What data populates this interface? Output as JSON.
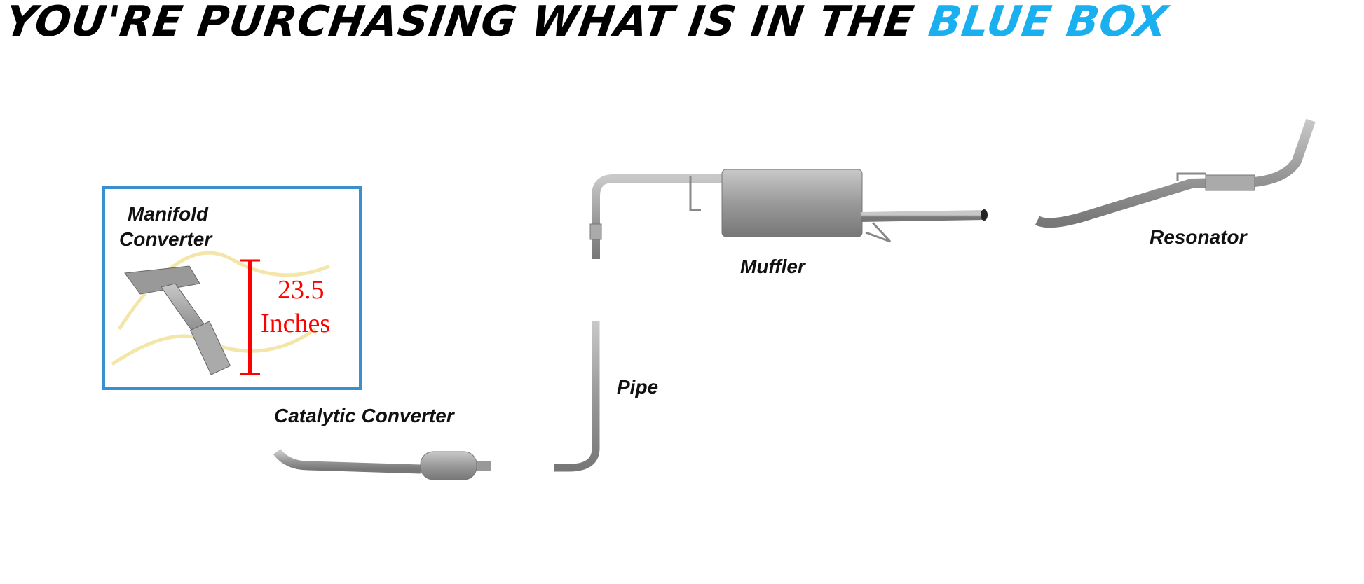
{
  "title": {
    "main": "YOU'RE PURCHASING WHAT IS IN THE ",
    "highlight": "BLUE BOX"
  },
  "colors": {
    "highlight": "#1ab0f0",
    "box_border": "#3a8fd0",
    "dimension": "#ff0000"
  },
  "parts": {
    "manifold_line1": "Manifold",
    "manifold_line2": "Converter",
    "catalytic": "Catalytic Converter",
    "pipe": "Pipe",
    "muffler": "Muffler",
    "resonator": "Resonator"
  },
  "dimension": {
    "value": "23.5",
    "unit": "Inches"
  }
}
